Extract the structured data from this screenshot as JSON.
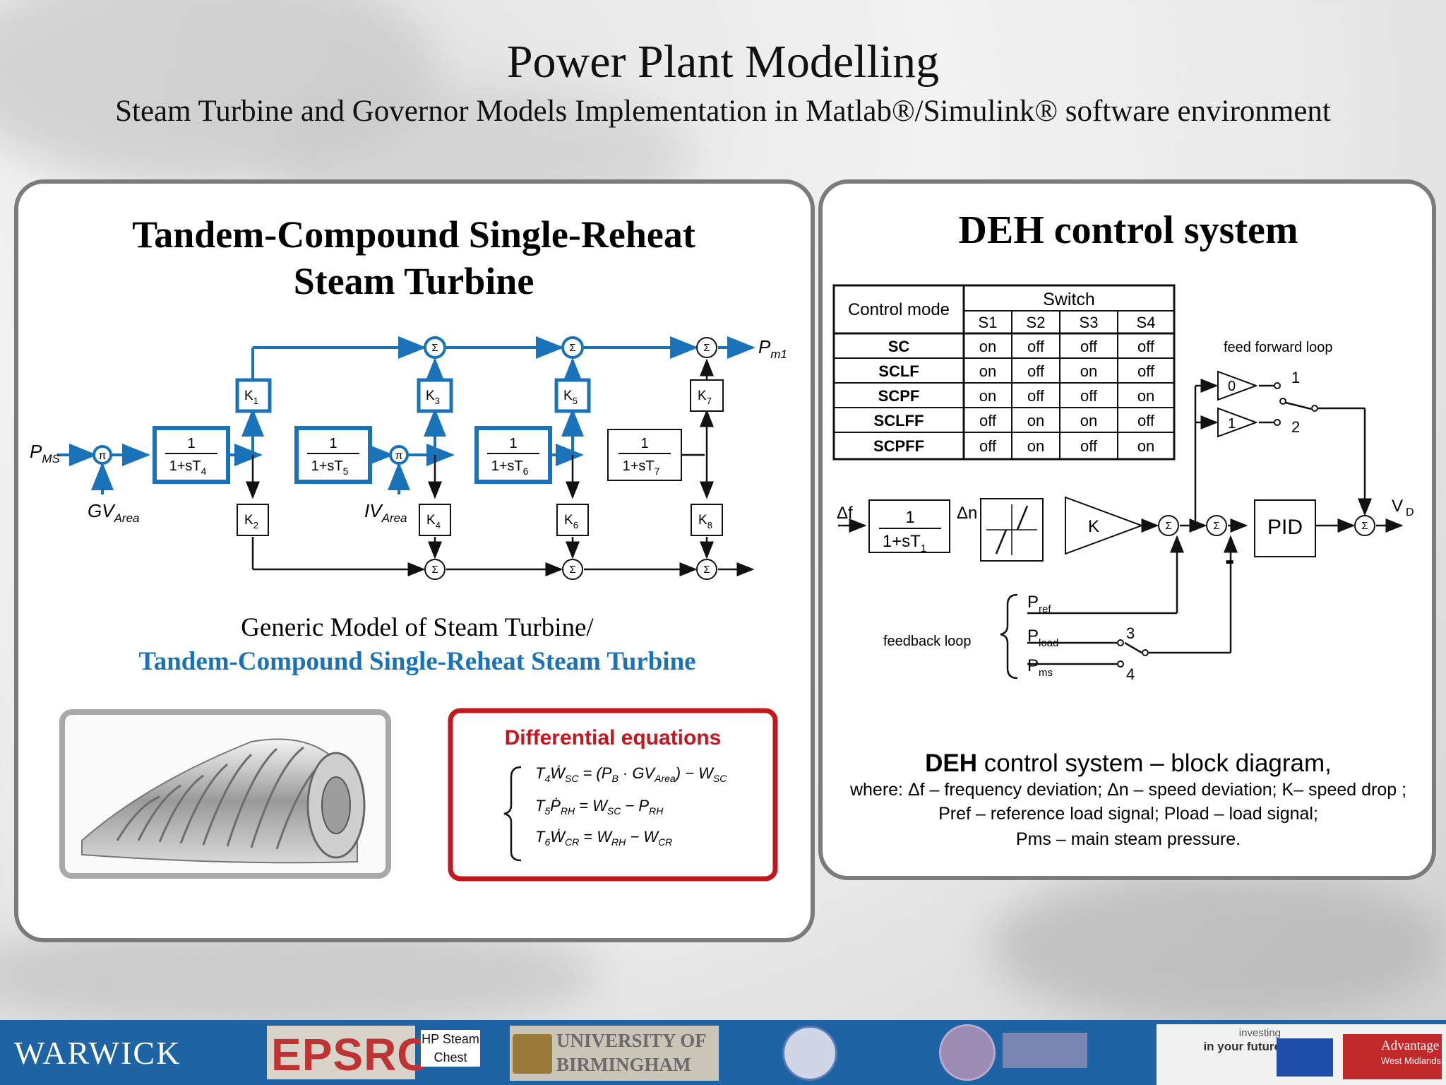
{
  "header": {
    "title": "Power Plant Modelling",
    "subtitle": "Steam Turbine and Governor Models Implementation in Matlab®/Simulink® software environment"
  },
  "left_panel": {
    "title_line1": "Tandem-Compound Single-Reheat",
    "title_line2": "Steam Turbine",
    "diagram": {
      "input": "P",
      "input_sub": "MS",
      "output": "P",
      "output_sub": "m1",
      "gv": "GV",
      "gv_sub": "Area",
      "iv": "IV",
      "iv_sub": "Area",
      "mult": "π",
      "sum": "Σ",
      "tf_num": "1",
      "tf_den": "1+sT",
      "tf_subs": [
        "4",
        "5",
        "6",
        "7"
      ],
      "gain": "K",
      "gain_subs": [
        "1",
        "2",
        "3",
        "4",
        "5",
        "6",
        "7",
        "8"
      ]
    },
    "caption_line1": "Generic Model of Steam Turbine/",
    "caption_line2": "Tandem-Compound Single-Reheat Steam Turbine",
    "equations": {
      "heading": "Differential equations",
      "eq1": {
        "lhs_coef": "T",
        "lhs_coef_sub": "4",
        "lhs_var": "Ẇ",
        "lhs_sub": "SC",
        "rhs": "= (P",
        "rhs_b": "B",
        "rhs_mid": " · GV",
        "rhs_area": "Area",
        "rhs_end": ") − W",
        "rhs_end_sub": "SC"
      },
      "eq2": {
        "lhs_coef": "T",
        "lhs_coef_sub": "5",
        "lhs_var": "Ṗ",
        "lhs_sub": "RH",
        "rhs": "= W",
        "rhs_sub1": "SC",
        "rhs_mid": " − P",
        "rhs_sub2": "RH"
      },
      "eq3": {
        "lhs_coef": "T",
        "lhs_coef_sub": "6",
        "lhs_var": "Ẇ",
        "lhs_sub": "CR",
        "rhs": "= W",
        "rhs_sub1": "RH",
        "rhs_mid": " − W",
        "rhs_sub2": "CR"
      }
    }
  },
  "right_panel": {
    "title": "DEH control system",
    "table": {
      "col_control_mode": "Control mode",
      "col_switch": "Switch",
      "switch_cols": [
        "S1",
        "S2",
        "S3",
        "S4"
      ],
      "rows": [
        {
          "mode": "SC",
          "values": [
            "on",
            "off",
            "off",
            "off"
          ]
        },
        {
          "mode": "SCLF",
          "values": [
            "on",
            "off",
            "on",
            "off"
          ]
        },
        {
          "mode": "SCPF",
          "values": [
            "on",
            "off",
            "off",
            "on"
          ]
        },
        {
          "mode": "SCLFF",
          "values": [
            "off",
            "on",
            "on",
            "off"
          ]
        },
        {
          "mode": "SCPFF",
          "values": [
            "off",
            "on",
            "off",
            "on"
          ]
        }
      ]
    },
    "diagram": {
      "feed_forward_label": "feed forward loop",
      "feedback_label": "feedback loop",
      "delta_f": "Δf",
      "delta_n": "Δn",
      "tf_num": "1",
      "tf_den": "1+sT",
      "tf_sub": "1",
      "gain": "K",
      "pid": "PID",
      "sum": "Σ",
      "output": "V",
      "output_sub": "D",
      "minus": "-",
      "pref": "P",
      "pref_sub": "ref",
      "pload": "P",
      "pload_sub": "load",
      "pms": "P",
      "pms_sub": "ms",
      "sw_labels": [
        "0",
        "1",
        "1",
        "2",
        "3",
        "4"
      ]
    },
    "caption_bold": "DEH",
    "caption_rest": " control system – block diagram,",
    "where_line1": "where: Δf – frequency deviation; Δn – speed deviation; K– speed drop ;",
    "where_line2": "Pref – reference load signal; Pload – load signal;",
    "where_line3": "Pms – main steam pressure."
  },
  "footer": {
    "warwick": "WARWICK",
    "epsrc": "EPSRC",
    "hp_steam_line1": "HP Steam",
    "hp_steam_line2": "Chest",
    "birmingham_line1": "UNIVERSITY OF",
    "birmingham_line2": "BIRMINGHAM",
    "investing_line1": "investing",
    "investing_line2": "in your future",
    "advantage_line1": "Advantage",
    "advantage_line2": "West Midlands"
  },
  "colors": {
    "accent_blue": "#1a73b8",
    "eq_red": "#c4161c",
    "footer_blue": "#1e63a3"
  }
}
